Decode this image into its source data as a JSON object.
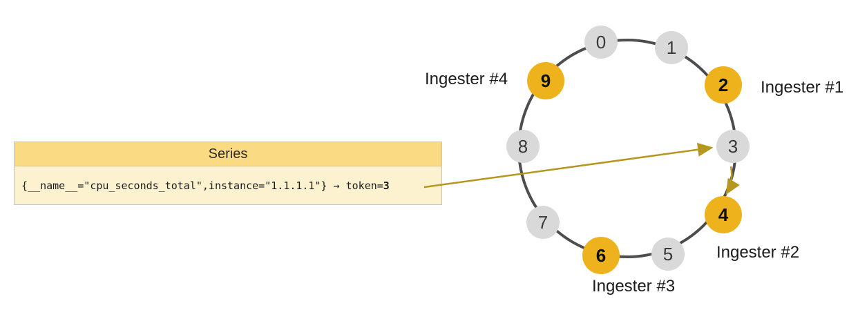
{
  "diagram": {
    "series_box": {
      "title": "Series",
      "code": "{__name__=\"cpu_seconds_total\",instance=\"1.1.1.1\"} → token=",
      "token_value": "3"
    },
    "ring": {
      "tokens": [
        {
          "label": "0",
          "highlighted": false
        },
        {
          "label": "1",
          "highlighted": false
        },
        {
          "label": "2",
          "highlighted": true
        },
        {
          "label": "3",
          "highlighted": false
        },
        {
          "label": "4",
          "highlighted": true
        },
        {
          "label": "5",
          "highlighted": false
        },
        {
          "label": "6",
          "highlighted": true
        },
        {
          "label": "7",
          "highlighted": false
        },
        {
          "label": "8",
          "highlighted": false
        },
        {
          "label": "9",
          "highlighted": true
        }
      ],
      "ingester_labels": [
        {
          "label": "Ingester #1"
        },
        {
          "label": "Ingester #2"
        },
        {
          "label": "Ingester #3"
        },
        {
          "label": "Ingester #4"
        }
      ]
    },
    "colors": {
      "highlight": "#edb21c",
      "token_gray": "#d9d9d9",
      "ring_stroke": "#4d4d4d",
      "arrow": "#b5961e",
      "series_header_bg": "#fada83",
      "series_body_bg": "#fcf2d0"
    }
  }
}
